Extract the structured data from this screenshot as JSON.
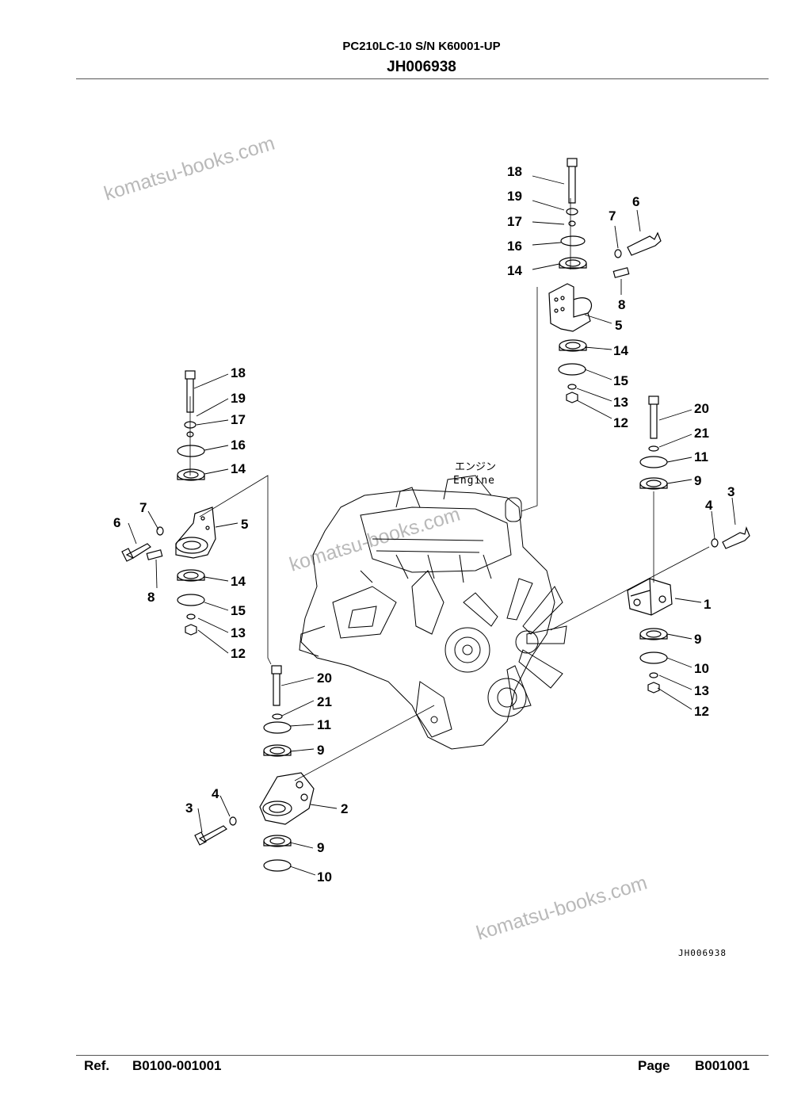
{
  "header": {
    "model_line": "PC210LC-10 S/N K60001-UP",
    "figure_code": "JH006938"
  },
  "watermarks": [
    "komatsu-books.com",
    "komatsu-books.com",
    "komatsu-books.com"
  ],
  "diagram": {
    "engine_label_jp": "エンジン",
    "engine_label_en": "Engine",
    "drawing_code": "JH006938",
    "callouts": [
      {
        "id": "c18a",
        "label": "18"
      },
      {
        "id": "c19a",
        "label": "19"
      },
      {
        "id": "c17a",
        "label": "17"
      },
      {
        "id": "c16a",
        "label": "16"
      },
      {
        "id": "c14a",
        "label": "14"
      },
      {
        "id": "c7a",
        "label": "7"
      },
      {
        "id": "c6a",
        "label": "6"
      },
      {
        "id": "c8a",
        "label": "8"
      },
      {
        "id": "c5a",
        "label": "5"
      },
      {
        "id": "c14b",
        "label": "14"
      },
      {
        "id": "c15a",
        "label": "15"
      },
      {
        "id": "c13a",
        "label": "13"
      },
      {
        "id": "c12a",
        "label": "12"
      },
      {
        "id": "c20a",
        "label": "20"
      },
      {
        "id": "c21a",
        "label": "21"
      },
      {
        "id": "c11a",
        "label": "11"
      },
      {
        "id": "c9a",
        "label": "9"
      },
      {
        "id": "c4a",
        "label": "4"
      },
      {
        "id": "c3a",
        "label": "3"
      },
      {
        "id": "c1a",
        "label": "1"
      },
      {
        "id": "c9b",
        "label": "9"
      },
      {
        "id": "c10a",
        "label": "10"
      },
      {
        "id": "c13b",
        "label": "13"
      },
      {
        "id": "c12b",
        "label": "12"
      },
      {
        "id": "c18b",
        "label": "18"
      },
      {
        "id": "c19b",
        "label": "19"
      },
      {
        "id": "c17b",
        "label": "17"
      },
      {
        "id": "c16b",
        "label": "16"
      },
      {
        "id": "c14c",
        "label": "14"
      },
      {
        "id": "c7b",
        "label": "7"
      },
      {
        "id": "c6b",
        "label": "6"
      },
      {
        "id": "c5b",
        "label": "5"
      },
      {
        "id": "c8b",
        "label": "8"
      },
      {
        "id": "c14d",
        "label": "14"
      },
      {
        "id": "c15b",
        "label": "15"
      },
      {
        "id": "c13c",
        "label": "13"
      },
      {
        "id": "c12c",
        "label": "12"
      },
      {
        "id": "c20b",
        "label": "20"
      },
      {
        "id": "c21b",
        "label": "21"
      },
      {
        "id": "c11b",
        "label": "11"
      },
      {
        "id": "c9c",
        "label": "9"
      },
      {
        "id": "c4b",
        "label": "4"
      },
      {
        "id": "c3b",
        "label": "3"
      },
      {
        "id": "c2a",
        "label": "2"
      },
      {
        "id": "c9d",
        "label": "9"
      },
      {
        "id": "c10b",
        "label": "10"
      }
    ]
  },
  "footer": {
    "ref_label": "Ref.",
    "ref_value": "B0100-001001",
    "page_label": "Page",
    "page_value": "B001001"
  }
}
